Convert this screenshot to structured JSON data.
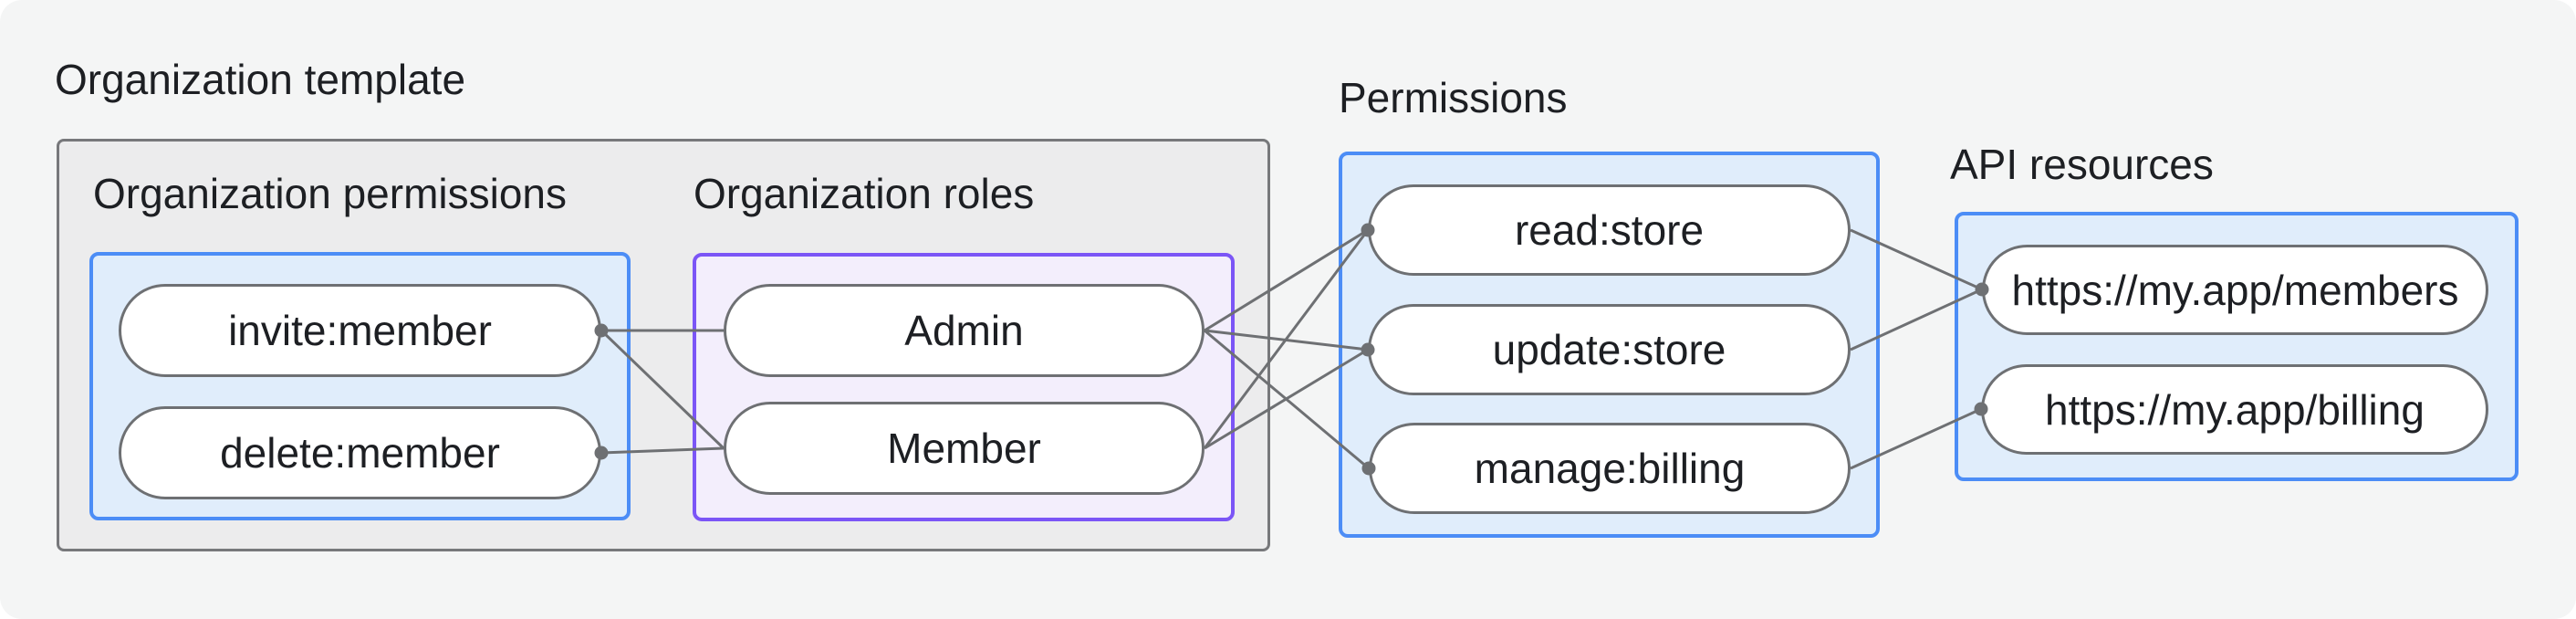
{
  "diagram": {
    "title": "Organization template",
    "groups": {
      "org_permissions": {
        "label": "Organization permissions",
        "items": [
          "invite:member",
          "delete:member"
        ]
      },
      "org_roles": {
        "label": "Organization roles",
        "items": [
          "Admin",
          "Member"
        ]
      },
      "permissions": {
        "label": "Permissions",
        "items": [
          "read:store",
          "update:store",
          "manage:billing"
        ]
      },
      "api_resources": {
        "label": "API resources",
        "items": [
          "https://my.app/members",
          "https://my.app/billing"
        ]
      }
    },
    "edges": [
      {
        "from": "invite",
        "to": "admin"
      },
      {
        "from": "invite",
        "to": "member"
      },
      {
        "from": "delete",
        "to": "member"
      },
      {
        "from": "admin",
        "to": "read"
      },
      {
        "from": "admin",
        "to": "update"
      },
      {
        "from": "admin",
        "to": "manage"
      },
      {
        "from": "member",
        "to": "read"
      },
      {
        "from": "member",
        "to": "update"
      },
      {
        "from": "read",
        "to": "members"
      },
      {
        "from": "update",
        "to": "members"
      },
      {
        "from": "manage",
        "to": "billing"
      }
    ],
    "colors": {
      "page_bg": "#ffffff",
      "card_bg": "#f4f5f5",
      "gray_box_fill": "#ececed",
      "gray_box_border": "#77787b",
      "accent_blue": "#4c8df6",
      "blue_fill": "#e0edfb",
      "accent_purple": "#7b55f6",
      "purple_fill": "#f3eefc",
      "pill_border": "#6e7073",
      "line_color": "#6e7073",
      "text_color": "#1d1f23"
    }
  }
}
